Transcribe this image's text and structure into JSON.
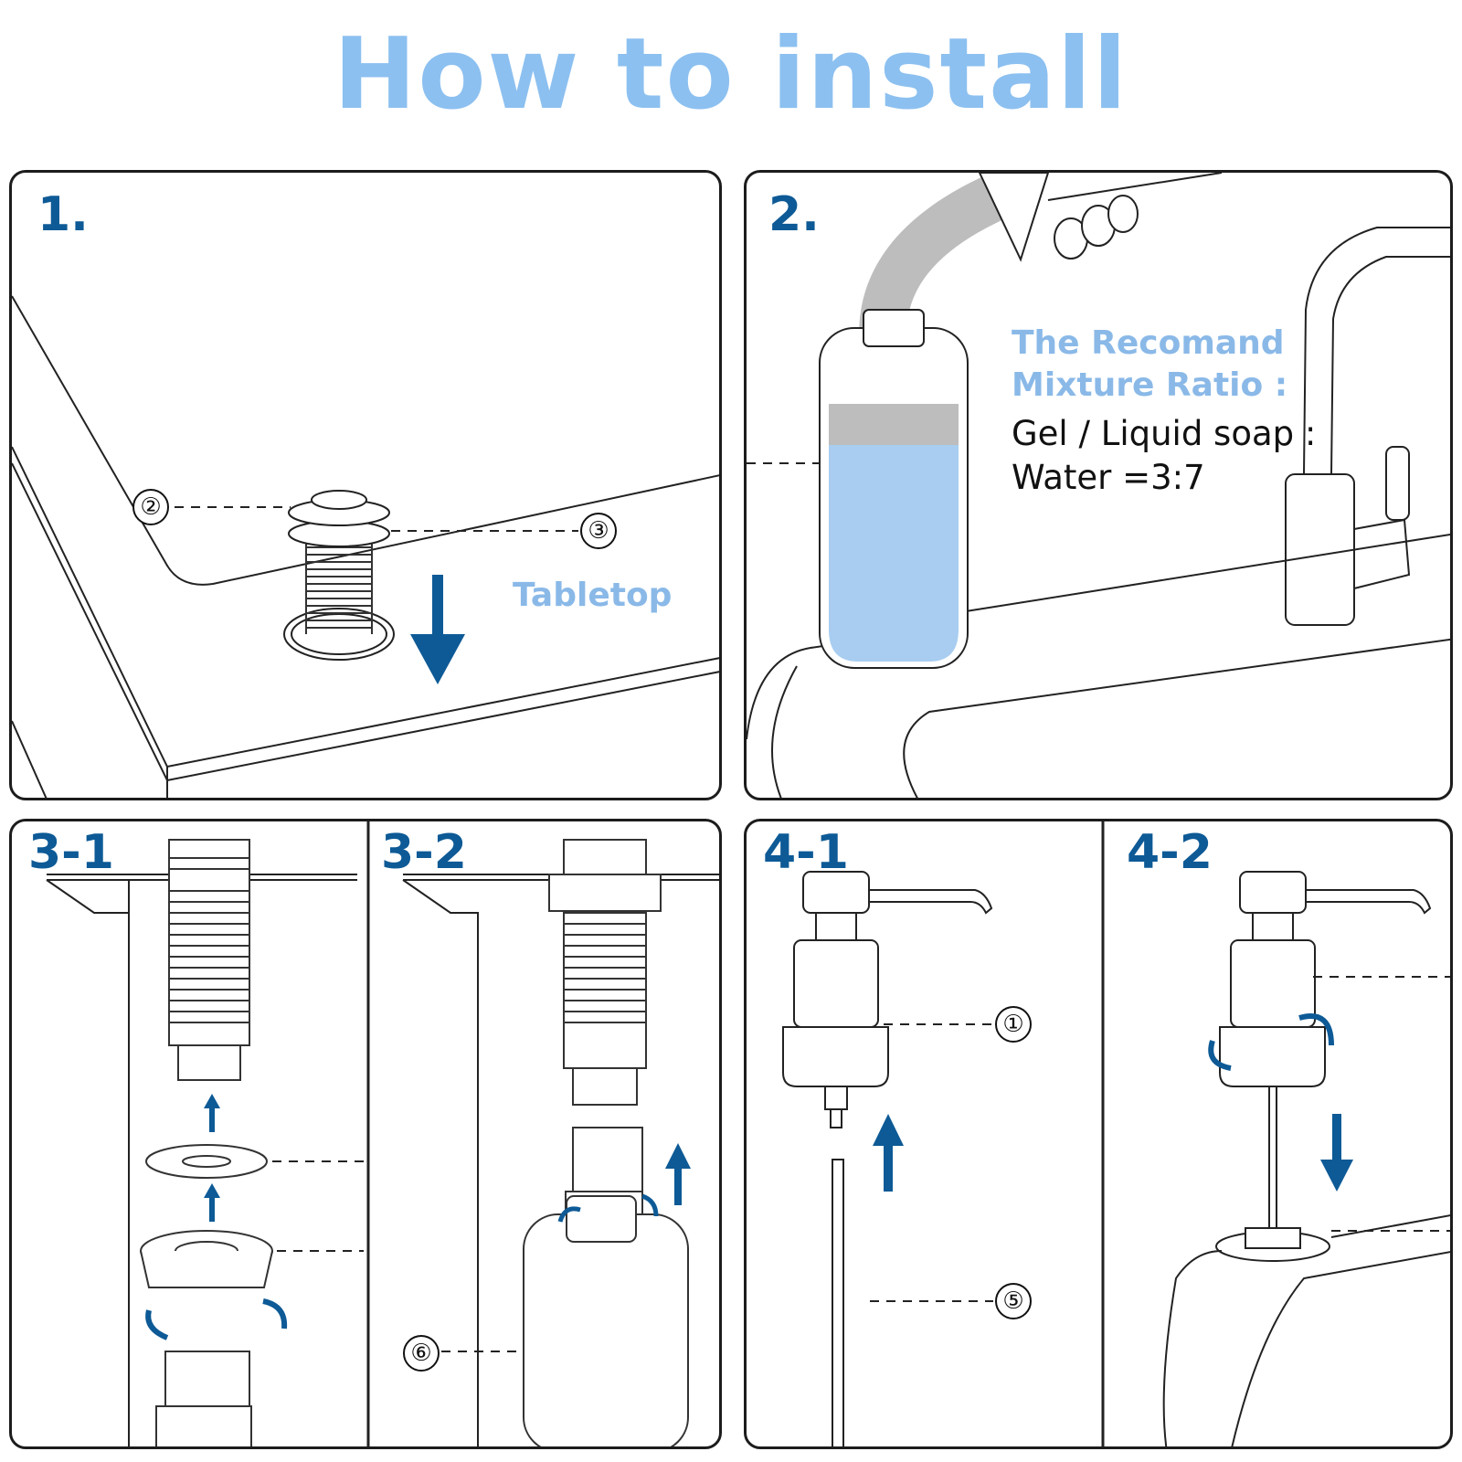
{
  "title": "How to install",
  "colors": {
    "title": "#8cc0f0",
    "step": "#0d5a96",
    "accent": "#8ab9e8",
    "arrow": "#0d5a96",
    "liquid": "#a8cdf0",
    "gel": "#bdbdbd"
  },
  "panels": {
    "p1": {
      "step": "1.",
      "label_tabletop": "Tabletop",
      "callout_2": "②",
      "callout_3": "③"
    },
    "p2": {
      "step": "2.",
      "ratio_heading_1": "The Recomand",
      "ratio_heading_2": "Mixture Ratio :",
      "ratio_line_1": "Gel / Liquid soap :",
      "ratio_line_2": "Water =3:7"
    },
    "p3": {
      "step_a": "3-1",
      "step_b": "3-2",
      "callout_6": "⑥"
    },
    "p4": {
      "step_a": "4-1",
      "step_b": "4-2",
      "callout_1": "①",
      "callout_5": "⑤"
    }
  }
}
